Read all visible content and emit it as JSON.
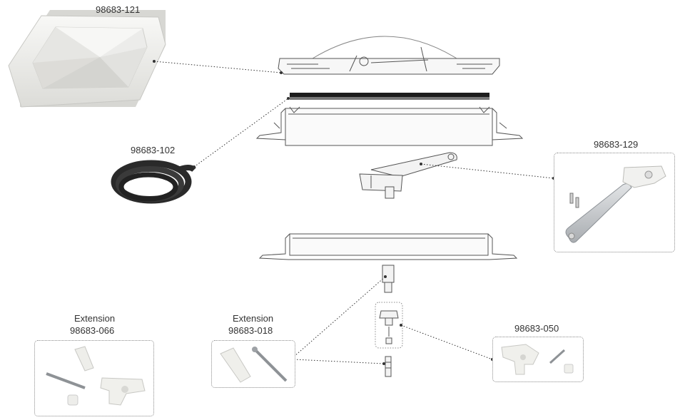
{
  "parts": {
    "dome_cover": {
      "number": "98683-121"
    },
    "gasket": {
      "number": "98683-102"
    },
    "crank_arm": {
      "number": "98683-129"
    },
    "handle_kit": {
      "number": "98683-050"
    },
    "extension_066": {
      "title": "Extension",
      "number": "98683-066"
    },
    "extension_018": {
      "title": "Extension",
      "number": "98683-018"
    }
  },
  "colors": {
    "part_fill": "#f4f4f2",
    "part_stroke": "#555555",
    "gasket": "#2a2a2a",
    "leader_line": "#333333",
    "callout_border": "#8a8a8a"
  }
}
